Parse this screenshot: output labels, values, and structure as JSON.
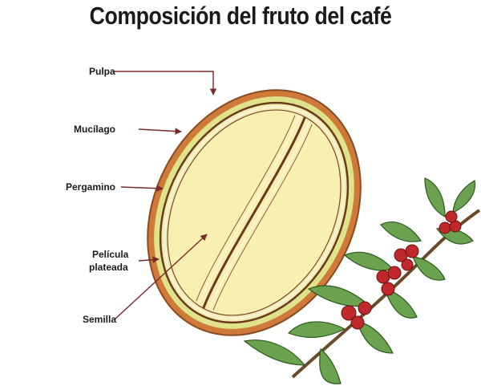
{
  "title": "Composición del fruto del café",
  "labels": {
    "pulpa": "Pulpa",
    "mucilago": "Mucílago",
    "pergamino": "Pergamino",
    "pelicula_line1": "Película",
    "pelicula_line2": "plateada",
    "semilla": "Semilla"
  },
  "colors": {
    "pulp": "#d07a3a",
    "mucilage": "#dfe48a",
    "seed": "#f7f0b0",
    "arrow": "#7a2a2a",
    "berry": "#c0282b",
    "leaf": "#5f9a4a"
  }
}
